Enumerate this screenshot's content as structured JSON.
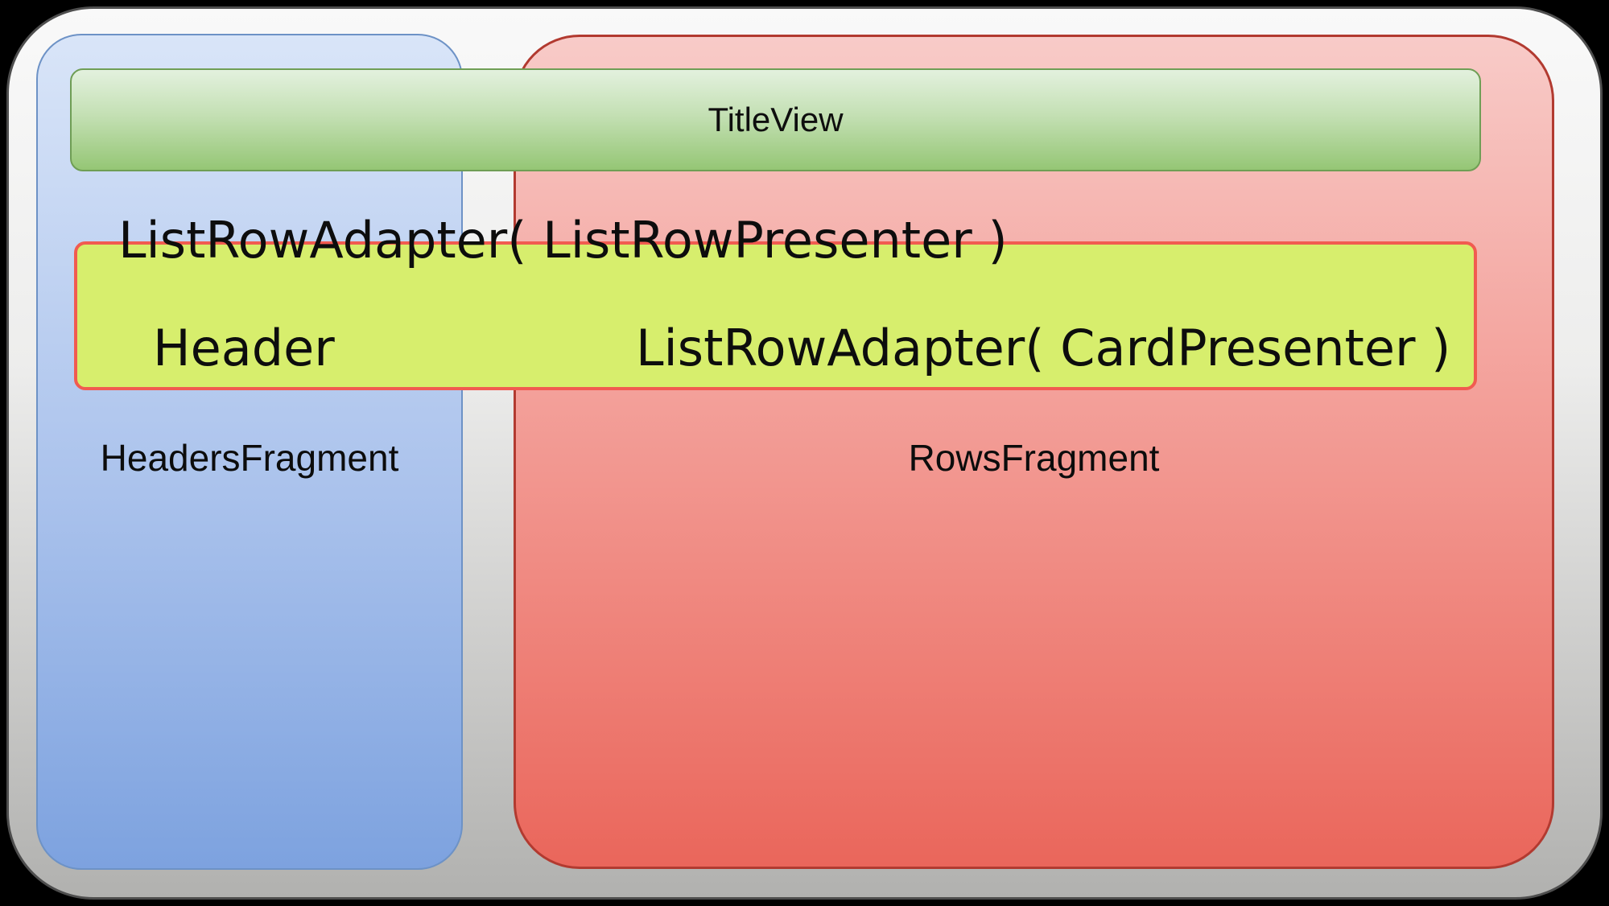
{
  "diagram": {
    "title_view": {
      "label": "TitleView"
    },
    "adapter_line": {
      "text": "ListRowAdapter( ListRowPresenter )"
    },
    "header_row": {
      "header_label": "Header",
      "adapter_text": "ListRowAdapter( CardPresenter )"
    },
    "headers_fragment": {
      "label": "HeadersFragment"
    },
    "rows_fragment": {
      "label": "RowsFragment"
    },
    "colors": {
      "background": "#000000",
      "frame_top": "#f9f9f9",
      "frame_bottom": "#b1b1af",
      "frame_border": "#4e4e4e",
      "blue_top": "#d9e5f8",
      "blue_bottom": "#7da2df",
      "blue_border": "#6d92c6",
      "red_top": "#f8cbc8",
      "red_bottom": "#ea665b",
      "red_border": "#b23a30",
      "green_top": "#e3f1de",
      "green_bottom": "#95c675",
      "green_border": "#6f9e55",
      "yellow_fill": "#d7ee6d",
      "yellow_border": "#f15b50",
      "text": "#0d0d0d"
    }
  }
}
